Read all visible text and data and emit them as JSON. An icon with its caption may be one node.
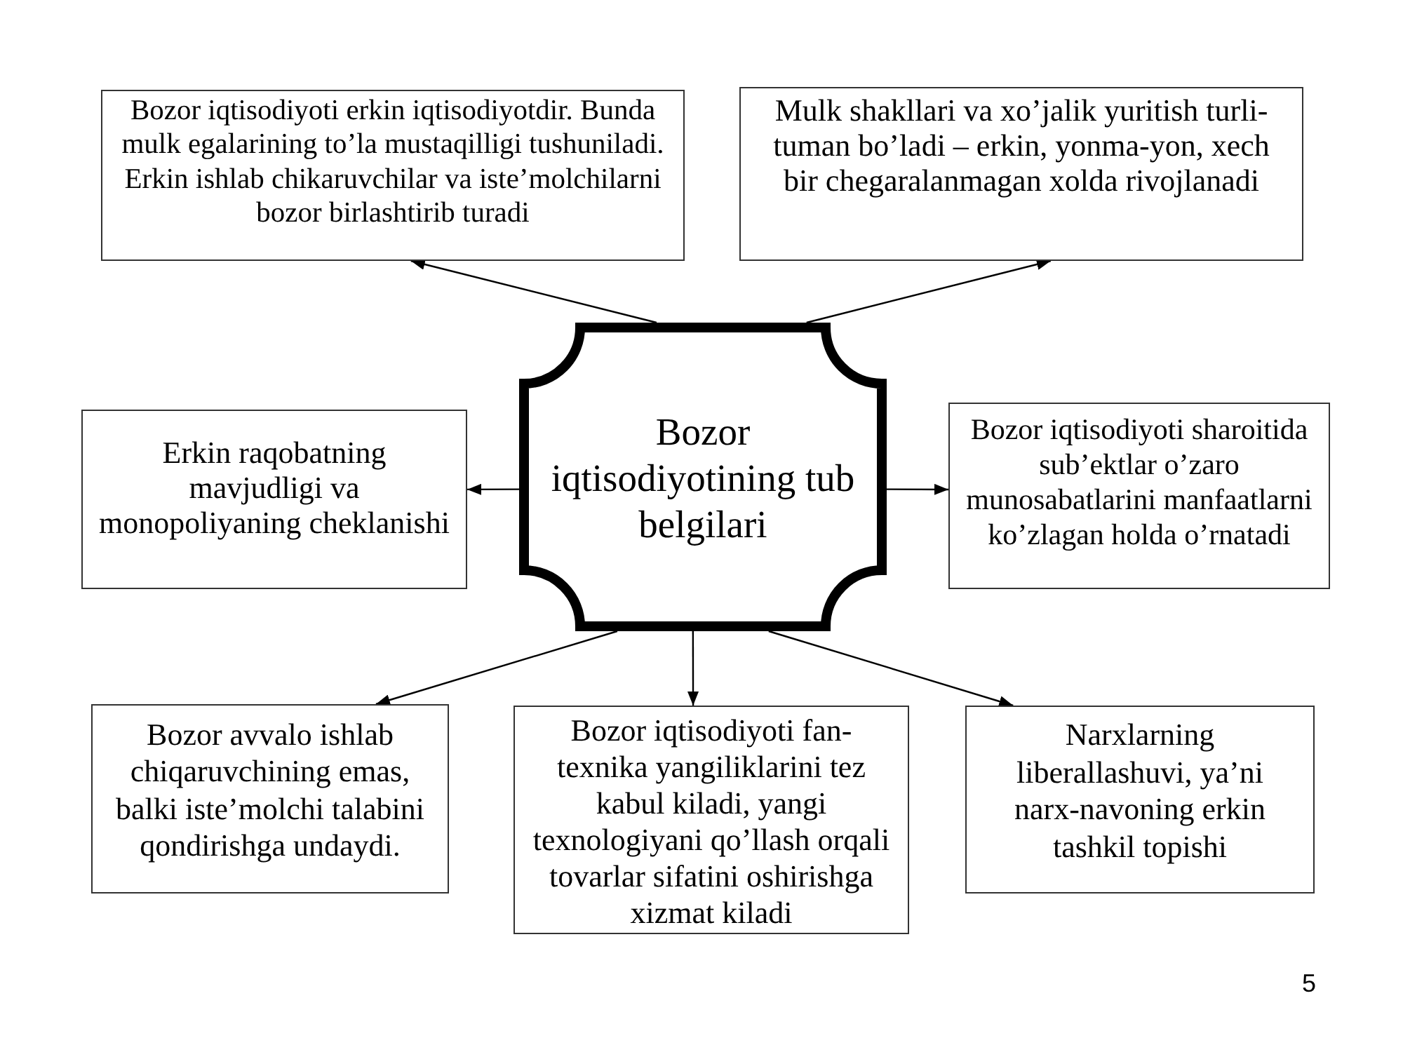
{
  "diagram": {
    "nodes": [
      {
        "text": [
          "Bozor iqtisodiyoti erkin iqtisodiyotdir. Bunda mulk egalarining to’la mustaqilligi tushuniladi. Erkin ishlab chikaruvchilar va iste’molchilarni bozor birlashtirib turadi"
        ]
      },
      {
        "text": [
          "Mulk shakllari va xo’jalik yuritish turli-tuman bo’ladi – erkin, yonma-yon, xech bir chegaralanmagan xolda rivojlanadi"
        ]
      },
      {
        "text": [
          "Erkin raqobatning mavjudligi va monopoliyaning cheklanishi"
        ]
      },
      {
        "text": [
          "Bozor iqtisodiyotining tub belgilari"
        ]
      },
      {
        "text": [
          "Bozor iqtisodiyoti sharoitida sub’ektlar o’zaro munosabatlarini manfaatlarni ko’zlagan holda o’rnatadi"
        ]
      },
      {
        "text": [
          "Bozor avvalo ishlab chiqaruvchining emas, balki iste’molchi talabini qondirishga undaydi."
        ]
      },
      {
        "text": [
          "Bozor iqtisodiyoti fan-texnika yangiliklarini tez kabul kiladi, yangi texnologiyani qo’llash orqali tovarlar sifatini oshirishga xizmat kiladi"
        ]
      },
      {
        "text": [
          "Narxlarning liberallashuvi, ya’ni narx-navoning erkin tashkil topishi"
        ]
      }
    ],
    "edges": [
      {
        "from": 3,
        "to": 0,
        "arrow": "to"
      },
      {
        "from": 3,
        "to": 1,
        "arrow": "to"
      },
      {
        "from": 3,
        "to": 2,
        "arrow": "to"
      },
      {
        "from": 3,
        "to": 4,
        "arrow": "to"
      },
      {
        "from": 3,
        "to": 5,
        "arrow": "to"
      },
      {
        "from": 3,
        "to": 6,
        "arrow": "to"
      },
      {
        "from": 3,
        "to": 7,
        "arrow": "to"
      }
    ],
    "labels": [
      "5"
    ]
  }
}
